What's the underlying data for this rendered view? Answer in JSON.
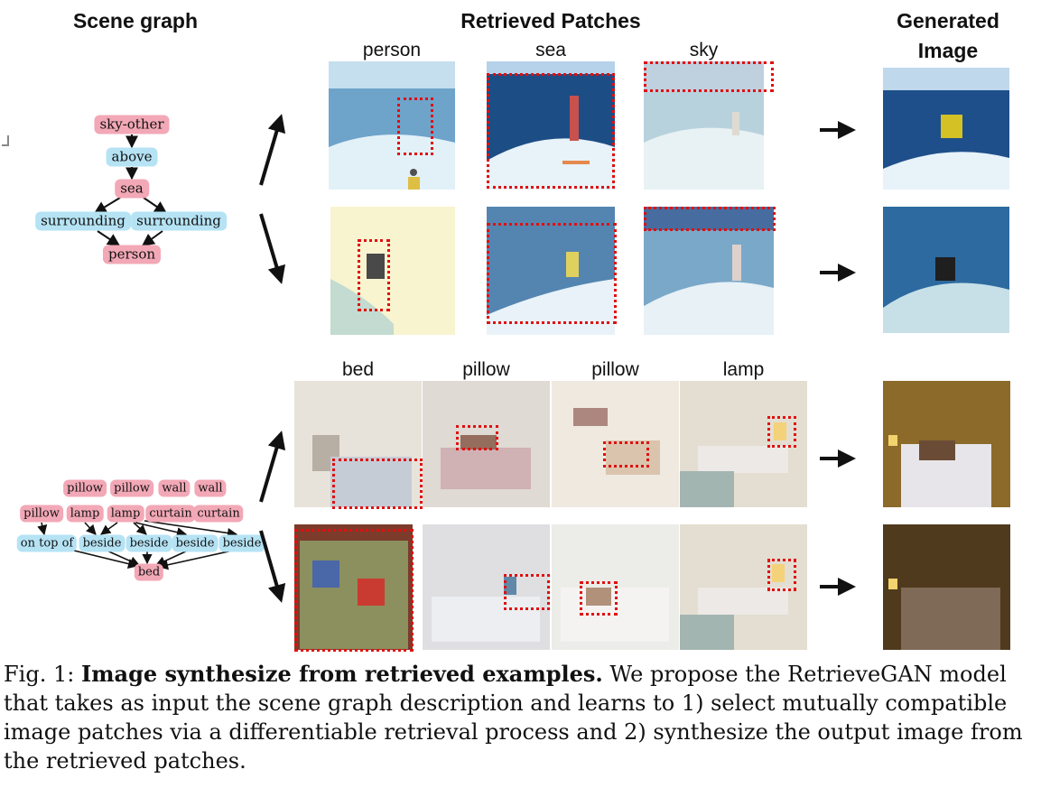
{
  "headers": {
    "scene_graph": "Scene graph",
    "retrieved_patches": "Retrieved Patches",
    "generated_line1": "Generated",
    "generated_line2": "Image"
  },
  "row_labels_top": [
    "person",
    "sea",
    "sky"
  ],
  "row_labels_bottom": [
    "bed",
    "pillow",
    "pillow",
    "lamp"
  ],
  "graph1": {
    "nodes": [
      "sky-other",
      "above",
      "sea",
      "surrounding",
      "surrounding",
      "person"
    ]
  },
  "graph2": {
    "nodes": [
      "pillow",
      "pillow",
      "wall",
      "wall",
      "pillow",
      "lamp",
      "lamp",
      "curtain",
      "curtain",
      "on top of",
      "beside",
      "beside",
      "beside",
      "beside",
      "bed"
    ]
  },
  "caption": {
    "prefix": "Fig. 1: ",
    "bold": "Image synthesize from retrieved examples.",
    "rest": " We propose the RetrieveGAN model that takes as input the scene graph description and learns to 1) select mutually compatible image patches via a differentiable retrieval process and 2) synthesize the output image from the retrieved patches."
  },
  "colors": {
    "object_node": "#f2a8b6",
    "relation_node": "#b5e3f4",
    "selection": "#e01010"
  }
}
